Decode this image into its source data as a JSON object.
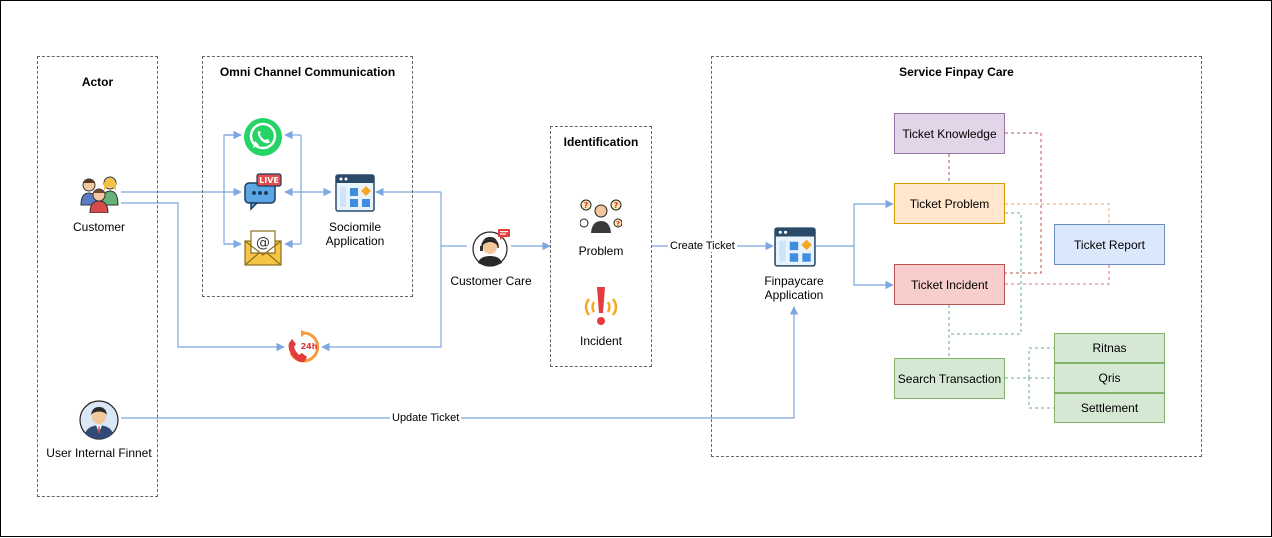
{
  "groups": {
    "actor": "Actor",
    "omni": "Omni Channel Communication",
    "identification": "Identification",
    "service": "Service Finpay Care"
  },
  "nodes": {
    "customer": "Customer",
    "user_internal": "User Internal Finnet",
    "sociomile": "Sociomile\nApplication",
    "customer_care": "Customer Care",
    "problem": "Problem",
    "incident": "Incident",
    "finpaycare": "Finpaycare\nApplication",
    "ticket_knowledge": "Ticket Knowledge",
    "ticket_problem": "Ticket Problem",
    "ticket_incident": "Ticket Incident",
    "ticket_report": "Ticket Report",
    "search_transaction": "Search Transaction",
    "ritnas": "Ritnas",
    "qris": "Qris",
    "settlement": "Settlement"
  },
  "edge_labels": {
    "create_ticket": "Create Ticket",
    "update_ticket": "Update Ticket"
  },
  "icons": [
    "whatsapp-icon",
    "live-chat-icon",
    "email-icon",
    "call-center-24h-icon",
    "application-window-icon",
    "customer-care-agent-icon",
    "problem-thinking-icon",
    "incident-alert-icon",
    "customer-group-icon",
    "user-internal-avatar-icon"
  ],
  "colors": {
    "connector": "#7ea6e0",
    "knowledge_fill": "#e1d5e7",
    "knowledge_border": "#9673a6",
    "problem_fill": "#ffe6cc",
    "problem_border": "#d79b00",
    "incident_fill": "#f8cecc",
    "incident_border": "#b85450",
    "report_fill": "#dae8fc",
    "report_border": "#6c8ebf",
    "green_fill": "#d5e8d4",
    "green_border": "#82b366"
  }
}
